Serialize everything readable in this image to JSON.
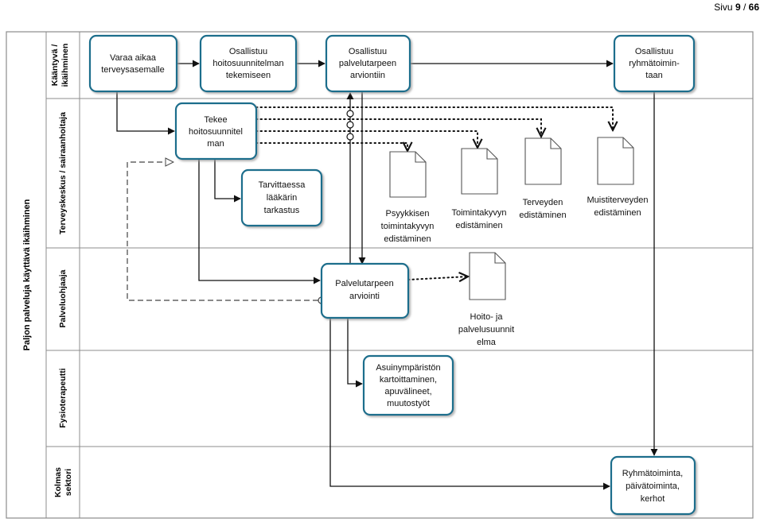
{
  "page": {
    "label": "Sivu",
    "current": "9",
    "separator": " / ",
    "total": "66"
  },
  "pool_title": "Paljon palveluja käyttävä ikäihminen",
  "lanes": [
    {
      "label": [
        "Kääntyvä /",
        "ikäihminen"
      ]
    },
    {
      "label": [
        "Terveyskeskus / sairaanhoitaja"
      ]
    },
    {
      "label": [
        "Palveluohjaaja"
      ]
    },
    {
      "label": [
        "Fysioterapeutti"
      ]
    },
    {
      "label": [
        "Kolmas",
        "sektori"
      ]
    }
  ],
  "tasks": {
    "varaa": [
      "Varaa aikaa",
      "terveysasemalle"
    ],
    "osallistuu_hoito": [
      "Osallistuu",
      "hoitosuunnitelman",
      "tekemiseen"
    ],
    "osallistuu_arvio": [
      "Osallistuu",
      "palvelutarpeen",
      "arviontiin"
    ],
    "osallistuu_ryhma": [
      "Osallistuu",
      "ryhmätoimin-",
      "taan"
    ],
    "tekee": [
      "Tekee",
      "hoitosuunnitel",
      "man"
    ],
    "tarvittaessa": [
      "Tarvittaessa",
      "lääkärin",
      "tarkastus"
    ],
    "palvelutarpeen": [
      "Palvelutarpeen",
      "arviointi"
    ],
    "asuinymparisto": [
      "Asuinympäristön",
      "kartoittaminen,",
      "apuvälineet,",
      "muutostyöt"
    ],
    "ryhmatoiminta": [
      "Ryhmätoiminta,",
      "päivätoiminta,",
      "kerhot"
    ]
  },
  "documents": {
    "psyykkisen": [
      "Psyykkisen",
      "toimintakyvyn",
      "edistäminen"
    ],
    "toimintakyvyn": [
      "Toimintakyvyn",
      "edistäminen"
    ],
    "terveyden": [
      "Terveyden",
      "edistäminen"
    ],
    "muisti": [
      "Muistiterveyden",
      "edistäminen"
    ],
    "hoito": [
      "Hoito- ja",
      "palvelusuunnit",
      "elma"
    ]
  },
  "colors": {
    "task_border": "#1f6e8c",
    "lane_line": "#8c8c8c",
    "arrow": "#111111"
  }
}
